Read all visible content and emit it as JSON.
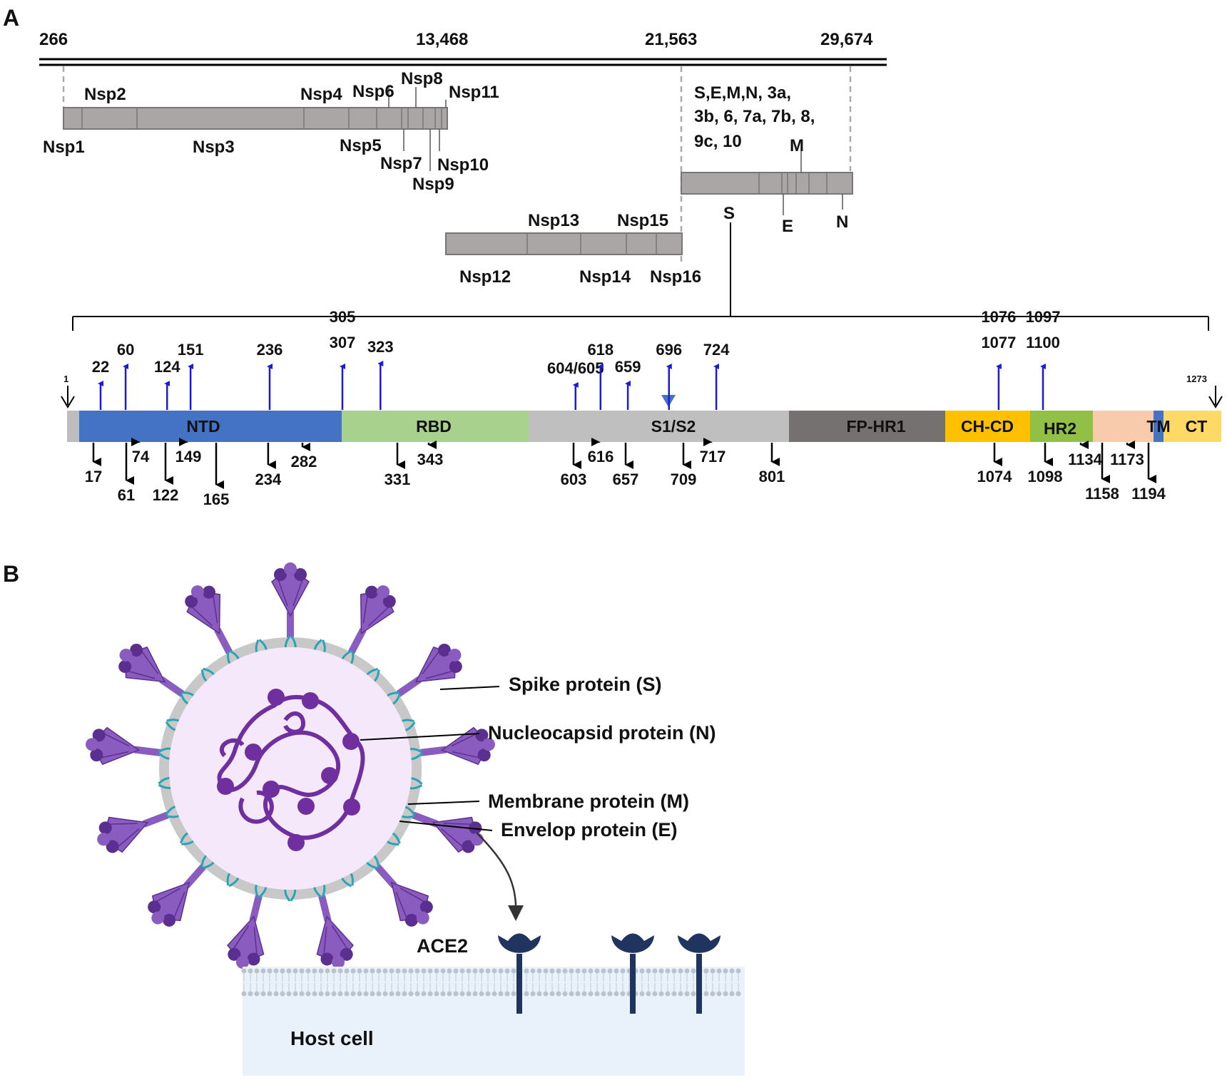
{
  "panels": {
    "a": "A",
    "b": "B"
  },
  "genome": {
    "positions": [
      "266",
      "13,468",
      "21,563",
      "29,674"
    ],
    "orf1a_segments": [
      "Nsp1",
      "Nsp2",
      "Nsp3",
      "Nsp4",
      "Nsp5",
      "Nsp6",
      "Nsp7",
      "Nsp8",
      "Nsp9",
      "Nsp10",
      "Nsp11"
    ],
    "orf1b_segments": [
      "Nsp12",
      "Nsp13",
      "Nsp14",
      "Nsp15",
      "Nsp16"
    ],
    "structural_text": [
      "S,E,M,N, 3a,",
      "3b, 6, 7a, 7b, 8,",
      "9c, 10"
    ],
    "structural_labels": {
      "s": "S",
      "m": "M",
      "e": "E",
      "n": "N"
    }
  },
  "spike": {
    "start": "1",
    "end": "1273",
    "domains": [
      "NTD",
      "RBD",
      "S1/S2",
      "FP-HR1",
      "CH-CD",
      "HR2",
      "TM",
      "CT"
    ],
    "domain_colors": {
      "pre": "#bdbdbd",
      "ntd": "#4472c4",
      "rbd": "#a9d18e",
      "s1s2": "#bfbfbf",
      "fphr1": "#767171",
      "chcd": "#ffc000",
      "hr2": "#92c047",
      "tm_region": "#f8cbad",
      "tm": "#4472c4",
      "ct": "#ffd966"
    },
    "domain_text_colors": {
      "ntd": "#ffffff",
      "rbd": "#843c0c",
      "s1s2": "#843c0c",
      "fphr1": "#ffffff",
      "dark": "#000000"
    },
    "glyco_up": [
      {
        "pos": 22,
        "label": "22"
      },
      {
        "pos": 60,
        "label": "60"
      },
      {
        "pos": 124,
        "label": "124"
      },
      {
        "pos": 151,
        "label": "151"
      },
      {
        "pos": 236,
        "label": "236"
      },
      {
        "pos": 305,
        "label": "305",
        "label2": "307"
      },
      {
        "pos": 323,
        "label": "323"
      },
      {
        "pos": 604,
        "label": "604/605"
      },
      {
        "pos": 618,
        "label": "618"
      },
      {
        "pos": 659,
        "label": "659"
      },
      {
        "pos": 696,
        "label": "696"
      },
      {
        "pos": 724,
        "label": "724"
      },
      {
        "pos": 1076,
        "label": "1076",
        "label2": "1077"
      },
      {
        "pos": 1097,
        "label": "1097",
        "label2": "1100"
      }
    ],
    "glyco_down": [
      {
        "pos": 17,
        "label": "17"
      },
      {
        "pos": 61,
        "label": "61"
      },
      {
        "pos": 74,
        "label": "74"
      },
      {
        "pos": 122,
        "label": "122"
      },
      {
        "pos": 149,
        "label": "149"
      },
      {
        "pos": 165,
        "label": "165"
      },
      {
        "pos": 234,
        "label": "234"
      },
      {
        "pos": 282,
        "label": "282"
      },
      {
        "pos": 331,
        "label": "331"
      },
      {
        "pos": 343,
        "label": "343"
      },
      {
        "pos": 603,
        "label": "603"
      },
      {
        "pos": 616,
        "label": "616"
      },
      {
        "pos": 657,
        "label": "657"
      },
      {
        "pos": 709,
        "label": "709"
      },
      {
        "pos": 717,
        "label": "717"
      },
      {
        "pos": 801,
        "label": "801"
      },
      {
        "pos": 1074,
        "label": "1074"
      },
      {
        "pos": 1098,
        "label": "1098"
      },
      {
        "pos": 1134,
        "label": "1134"
      },
      {
        "pos": 1158,
        "label": "1158"
      },
      {
        "pos": 1173,
        "label": "1173"
      },
      {
        "pos": 1194,
        "label": "1194"
      }
    ],
    "cleavage_color": "#4472c4"
  },
  "virion": {
    "labels": [
      "Spike protein (S)",
      "Nucleocapsid protein (N)",
      "Membrane protein (M)",
      "Envelop protein (E)"
    ],
    "receptor": "ACE2",
    "cell": "Host cell",
    "colors": {
      "spike": "#8a5cc0",
      "spike_dark": "#5b2f8f",
      "rna": "#6f2f9f",
      "interior": "#f5e8fa",
      "membrane": "#c8c8c8",
      "m_protein": "#2aa3b8",
      "ace2": "#1f3560",
      "cell": "#e9f1fb",
      "cell_text": "#2f5597"
    }
  }
}
